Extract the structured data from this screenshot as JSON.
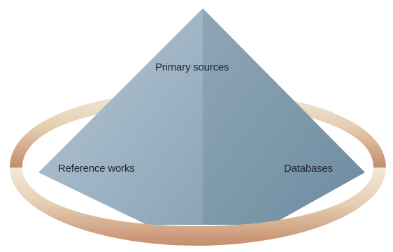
{
  "diagram": {
    "top_label": "Primary sources",
    "left_label": "Reference works",
    "right_label": "Databases",
    "colors": {
      "ring_light": "#ede3d2",
      "ring_dark": "#cf9f7f",
      "pyramid_left": "#9fb4c4",
      "pyramid_right": "#7b96a9",
      "pyramid_highlight": "#c8d6e0"
    }
  }
}
